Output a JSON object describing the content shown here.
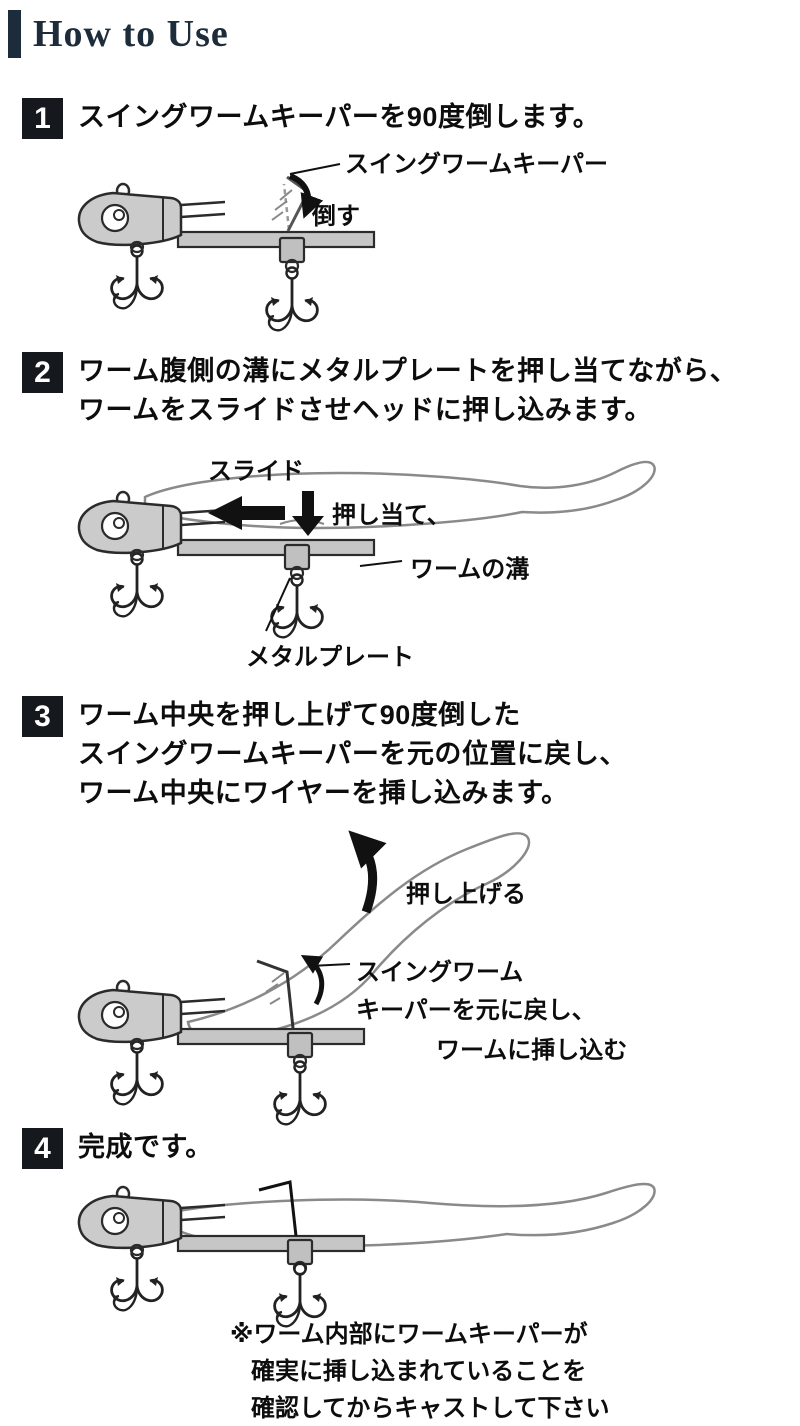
{
  "header": {
    "title": "How to Use"
  },
  "steps": [
    {
      "number": "1",
      "lines": [
        "スイングワームキーパーを90度倒します。"
      ]
    },
    {
      "number": "2",
      "lines": [
        "ワーム腹側の溝にメタルプレートを押し当てながら、",
        "ワームをスライドさせヘッドに押し込みます。"
      ]
    },
    {
      "number": "3",
      "lines": [
        "ワーム中央を押し上げて90度倒した",
        "スイングワームキーパーを元の位置に戻し、",
        "ワーム中央にワイヤーを挿し込みます。"
      ]
    },
    {
      "number": "4",
      "lines": [
        "完成です。"
      ]
    }
  ],
  "callouts": {
    "step1": {
      "keeper": "スイングワームキーパー",
      "tilt": "倒す"
    },
    "step2": {
      "slide": "スライド",
      "press": "押し当て、",
      "groove": "ワームの溝",
      "plate": "メタルプレート"
    },
    "step3": {
      "push_up": "押し上げる",
      "restore_line1": "スイングワーム",
      "restore_line2": "キーパーを元に戻し、",
      "restore_line3": "ワームに挿し込む"
    }
  },
  "note": {
    "lines": [
      "※ワーム内部にワームキーパーが",
      "確実に挿し込まれていることを",
      "確認してからキャストして下さい"
    ]
  },
  "colors": {
    "accent": "#1d2c3b",
    "badge": "#15181c",
    "ink": "#0d0d0d",
    "metal": "#c6c6c6",
    "line_art": "#2b2b2b",
    "worm_outline": "#8a8a8a"
  }
}
